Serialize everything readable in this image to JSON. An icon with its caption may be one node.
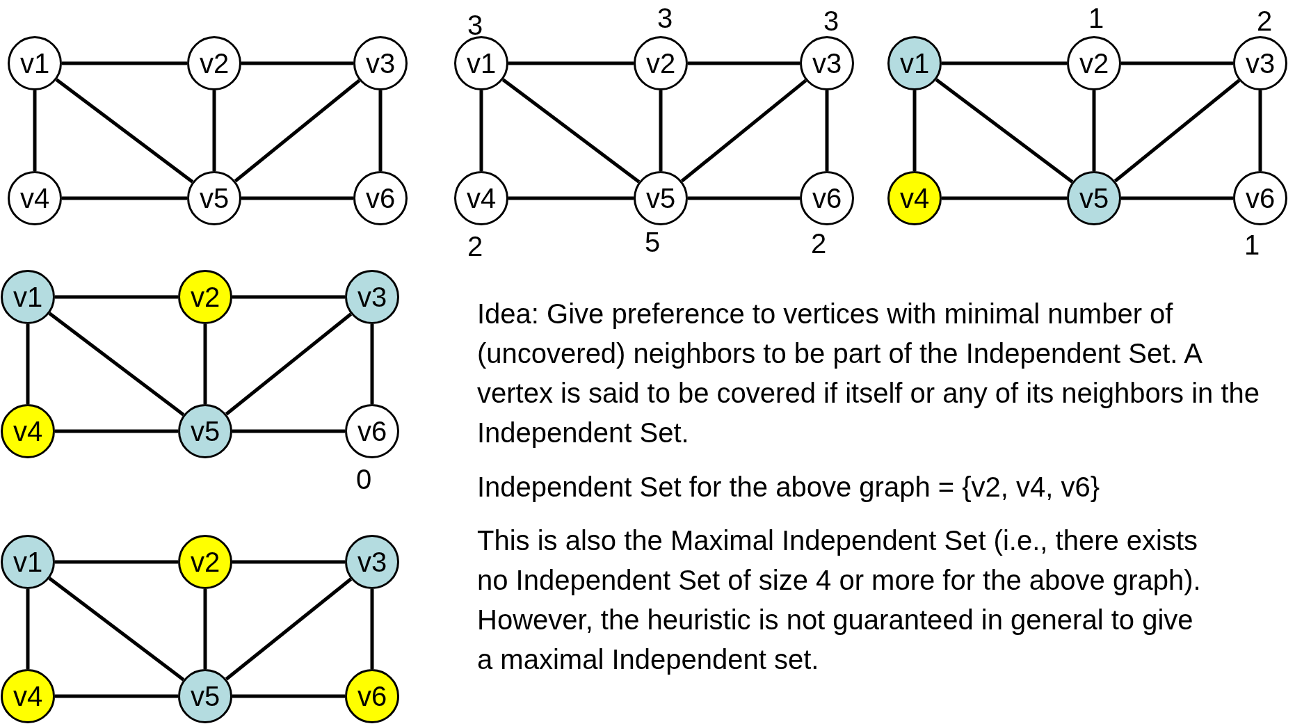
{
  "diagram": {
    "nodes": [
      {
        "text": [
          "v1"
        ]
      },
      {
        "text": [
          "v2"
        ]
      },
      {
        "text": [
          "v3"
        ]
      },
      {
        "text": [
          "v4"
        ]
      },
      {
        "text": [
          "v5"
        ]
      },
      {
        "text": [
          "v6"
        ]
      },
      {
        "text": [
          "v1"
        ],
        "beside": [
          "3"
        ]
      },
      {
        "text": [
          "v2"
        ],
        "beside": [
          "3"
        ]
      },
      {
        "text": [
          "v3"
        ],
        "beside": [
          "3"
        ]
      },
      {
        "text": [
          "v4"
        ],
        "beside": [
          "2"
        ]
      },
      {
        "text": [
          "v5"
        ],
        "beside": [
          "5"
        ]
      },
      {
        "text": [
          "v6"
        ],
        "beside": [
          "2"
        ]
      },
      {
        "text": [
          "v1"
        ]
      },
      {
        "text": [
          "v2"
        ],
        "beside": [
          "1"
        ]
      },
      {
        "text": [
          "v3"
        ],
        "beside": [
          "2"
        ]
      },
      {
        "text": [
          "v4"
        ]
      },
      {
        "text": [
          "v5"
        ]
      },
      {
        "text": [
          "v6"
        ],
        "beside": [
          "1"
        ]
      },
      {
        "text": [
          "v1"
        ]
      },
      {
        "text": [
          "v2"
        ]
      },
      {
        "text": [
          "v3"
        ]
      },
      {
        "text": [
          "v4"
        ]
      },
      {
        "text": [
          "v5"
        ]
      },
      {
        "text": [
          "v6"
        ],
        "beside": [
          "0"
        ]
      },
      {
        "text": [
          "v1"
        ]
      },
      {
        "text": [
          "v2"
        ]
      },
      {
        "text": [
          "v3"
        ]
      },
      {
        "text": [
          "v4"
        ]
      },
      {
        "text": [
          "v5"
        ]
      },
      {
        "text": [
          "v6"
        ]
      }
    ],
    "edges": [
      {
        "from": 0,
        "to": 1,
        "arrow": "none"
      },
      {
        "from": 1,
        "to": 2,
        "arrow": "none"
      },
      {
        "from": 0,
        "to": 3,
        "arrow": "none"
      },
      {
        "from": 0,
        "to": 4,
        "arrow": "none"
      },
      {
        "from": 1,
        "to": 4,
        "arrow": "none"
      },
      {
        "from": 2,
        "to": 4,
        "arrow": "none"
      },
      {
        "from": 2,
        "to": 5,
        "arrow": "none"
      },
      {
        "from": 3,
        "to": 4,
        "arrow": "none"
      },
      {
        "from": 4,
        "to": 5,
        "arrow": "none"
      },
      {
        "from": 6,
        "to": 7,
        "arrow": "none"
      },
      {
        "from": 7,
        "to": 8,
        "arrow": "none"
      },
      {
        "from": 6,
        "to": 9,
        "arrow": "none"
      },
      {
        "from": 6,
        "to": 10,
        "arrow": "none"
      },
      {
        "from": 7,
        "to": 10,
        "arrow": "none"
      },
      {
        "from": 8,
        "to": 10,
        "arrow": "none"
      },
      {
        "from": 8,
        "to": 11,
        "arrow": "none"
      },
      {
        "from": 9,
        "to": 10,
        "arrow": "none"
      },
      {
        "from": 10,
        "to": 11,
        "arrow": "none"
      },
      {
        "from": 12,
        "to": 13,
        "arrow": "none"
      },
      {
        "from": 13,
        "to": 14,
        "arrow": "none"
      },
      {
        "from": 12,
        "to": 15,
        "arrow": "none"
      },
      {
        "from": 12,
        "to": 16,
        "arrow": "none"
      },
      {
        "from": 13,
        "to": 16,
        "arrow": "none"
      },
      {
        "from": 14,
        "to": 16,
        "arrow": "none"
      },
      {
        "from": 14,
        "to": 17,
        "arrow": "none"
      },
      {
        "from": 15,
        "to": 16,
        "arrow": "none"
      },
      {
        "from": 16,
        "to": 17,
        "arrow": "none"
      },
      {
        "from": 18,
        "to": 19,
        "arrow": "none"
      },
      {
        "from": 19,
        "to": 20,
        "arrow": "none"
      },
      {
        "from": 18,
        "to": 21,
        "arrow": "none"
      },
      {
        "from": 18,
        "to": 22,
        "arrow": "none"
      },
      {
        "from": 19,
        "to": 22,
        "arrow": "none"
      },
      {
        "from": 20,
        "to": 22,
        "arrow": "none"
      },
      {
        "from": 20,
        "to": 23,
        "arrow": "none"
      },
      {
        "from": 21,
        "to": 22,
        "arrow": "none"
      },
      {
        "from": 22,
        "to": 23,
        "arrow": "none"
      },
      {
        "from": 24,
        "to": 25,
        "arrow": "none"
      },
      {
        "from": 25,
        "to": 26,
        "arrow": "none"
      },
      {
        "from": 24,
        "to": 27,
        "arrow": "none"
      },
      {
        "from": 24,
        "to": 28,
        "arrow": "none"
      },
      {
        "from": 25,
        "to": 28,
        "arrow": "none"
      },
      {
        "from": 26,
        "to": 28,
        "arrow": "none"
      },
      {
        "from": 26,
        "to": 29,
        "arrow": "none"
      },
      {
        "from": 27,
        "to": 28,
        "arrow": "none"
      },
      {
        "from": 28,
        "to": 29,
        "arrow": "none"
      }
    ],
    "labels": [
      "Idea: Give preference to vertices with minimal number of (uncovered) neighbors to be part of the Independent Set. A vertex is said to be covered if itself or any of its neighbors in the Independent Set.",
      "Independent Set for the above graph = {v2, v4, v6}",
      "This is also the Maximal Independent Set (i.e., there exists no Independent Set of size 4 or more for the above graph). However, the heuristic is not guaranteed in general to give a maximal Independent set."
    ]
  }
}
